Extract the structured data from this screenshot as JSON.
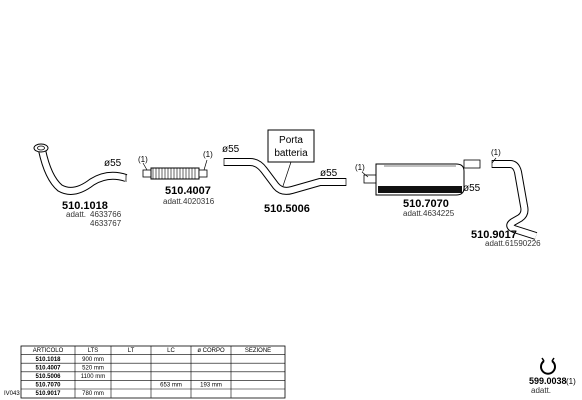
{
  "parts": [
    {
      "code": "510.1018",
      "diameter": "ø55",
      "adatt_label": "adatt.",
      "adatt_values": [
        "4633766",
        "4633767"
      ]
    },
    {
      "code": "510.4007",
      "left_tag": "(1)",
      "right_tag": "(1)",
      "adatt_label": "adatt.",
      "adatt_values": [
        "4020316"
      ]
    },
    {
      "code": "510.5006",
      "diameter_left": "ø55",
      "diameter_right": "ø55",
      "callout": [
        "Porta",
        "batteria"
      ]
    },
    {
      "code": "510.7070",
      "left_tag": "(1)",
      "diameter": "ø55",
      "adatt_label": "adatt.",
      "adatt_values": [
        "4634225"
      ]
    },
    {
      "code": "510.9017",
      "top_tag": "(1)",
      "adatt_label": "adatt.",
      "adatt_values": [
        "61590226"
      ]
    }
  ],
  "clamp": {
    "code": "599.0038",
    "qty": "(1)",
    "adatt_label": "adatt."
  },
  "side_label": "IV043",
  "table": {
    "headers": [
      "ARTICOLO",
      "LTS",
      "LT",
      "LC",
      "ø CORPO",
      "SEZIONE"
    ],
    "rows": [
      [
        "510.1018",
        "900 mm",
        "",
        "",
        "",
        ""
      ],
      [
        "510.4007",
        "520 mm",
        "",
        "",
        "",
        ""
      ],
      [
        "510.5006",
        "1100 mm",
        "",
        "",
        "",
        ""
      ],
      [
        "510.7070",
        "",
        "",
        "653 mm",
        "193 mm",
        ""
      ],
      [
        "510.9017",
        "780 mm",
        "",
        "",
        "",
        ""
      ]
    ]
  }
}
